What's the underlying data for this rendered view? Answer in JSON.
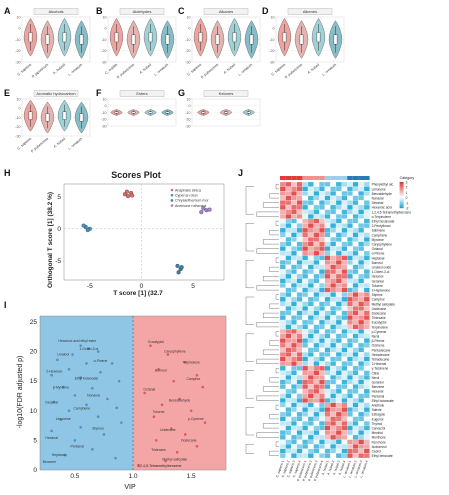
{
  "violin_panels": [
    {
      "label": "A",
      "title": "Alcohols",
      "categories": [
        "C. sapiens",
        "P. japonicum",
        "A. hubeiii",
        "L. ornatum"
      ]
    },
    {
      "label": "B",
      "title": "Aldehydes",
      "categories": [
        "C. nobilis",
        "P. pubescens",
        "A. hubeii",
        "L. ornatum"
      ]
    },
    {
      "label": "C",
      "title": "Alkanes",
      "categories": [
        "C. sapiens",
        "P. pubescens",
        "A. hubeii",
        "L. ornatum"
      ]
    },
    {
      "label": "D",
      "title": "Alkenes",
      "categories": [
        "C. sapiens",
        "P. pubescens",
        "A. hubeii",
        "L. ornatum"
      ]
    },
    {
      "label": "E",
      "title": "Aromatic hydrocarbon",
      "categories": [
        "C. sapiens",
        "P. pubescens",
        "A. hubeii",
        "L. ornatum"
      ]
    },
    {
      "label": "F",
      "title": "Esters",
      "categories": []
    },
    {
      "label": "G",
      "title": "Ketones",
      "categories": []
    }
  ],
  "violin_colors": [
    "#e8847d",
    "#d99b96",
    "#7fc1c9",
    "#5fa7b3"
  ],
  "violin_yticks": [
    "-30",
    "-20",
    "-10",
    "0",
    "10"
  ],
  "chart_data": [
    {
      "label": "H",
      "type": "scatter",
      "title": "Scores Plot",
      "xlabel": "T score [1] (32.7",
      "ylabel": "Orthogonal T score [1] (38.2 %)",
      "xticks": [
        "-5",
        "0",
        "5"
      ],
      "yticks": [
        "5",
        "0",
        "-5"
      ],
      "xlim": [
        -7.5,
        8
      ],
      "ylim": [
        -8,
        7
      ],
      "series": [
        {
          "name": "Anaphalis sinica",
          "color": "#d96a6a",
          "points": [
            [
              -1.6,
              5.4
            ],
            [
              -1.3,
              5.1
            ],
            [
              -1.0,
              5.6
            ],
            [
              -1.4,
              5.8
            ],
            [
              -0.9,
              5.2
            ]
          ]
        },
        {
          "name": "Cyperus rotun",
          "color": "#4a90c2",
          "points": [
            [
              -5.4,
              0.3
            ],
            [
              -5.0,
              0.0
            ],
            [
              -5.6,
              0.5
            ],
            [
              -5.2,
              -0.2
            ]
          ]
        },
        {
          "name": "Chrysanthemum mor",
          "color": "#3a7fa8",
          "points": [
            [
              3.5,
              -5.8
            ],
            [
              3.8,
              -6.3
            ],
            [
              3.6,
              -6.8
            ],
            [
              3.9,
              -6.0
            ]
          ]
        },
        {
          "name": "Anemone ruthenica",
          "color": "#a088c8",
          "points": [
            [
              5.8,
              2.6
            ],
            [
              6.3,
              2.9
            ],
            [
              6.0,
              3.2
            ],
            [
              6.6,
              3.0
            ]
          ]
        }
      ]
    },
    {
      "label": "I",
      "type": "scatter",
      "xlabel": "VIP",
      "ylabel": "-log10(FDR adjusted p)",
      "xticks": [
        "0.5",
        "1.0",
        "1.5"
      ],
      "yticks": [
        "0",
        "5",
        "10",
        "15",
        "20",
        "25"
      ],
      "xlim": [
        0.2,
        1.8
      ],
      "ylim": [
        0,
        26
      ],
      "threshold_x": 1.0,
      "regions": [
        {
          "range": [
            0.2,
            1.0
          ],
          "color": "#8fc6e6"
        },
        {
          "range": [
            1.0,
            1.8
          ],
          "color": "#f4a6a6"
        }
      ],
      "points": [
        [
          0.55,
          21
        ],
        [
          0.62,
          20.5
        ],
        [
          0.48,
          19.5
        ],
        [
          0.7,
          20
        ],
        [
          0.35,
          18.6
        ],
        [
          0.82,
          18
        ],
        [
          0.6,
          18
        ],
        [
          0.45,
          17
        ],
        [
          0.72,
          16.5
        ],
        [
          0.3,
          16
        ],
        [
          0.55,
          15.6
        ],
        [
          0.88,
          15
        ],
        [
          0.4,
          14
        ],
        [
          0.65,
          13.8
        ],
        [
          0.5,
          12.6
        ],
        [
          0.78,
          12
        ],
        [
          0.32,
          11.5
        ],
        [
          0.6,
          11
        ],
        [
          0.86,
          10.5
        ],
        [
          0.45,
          10
        ],
        [
          0.7,
          9
        ],
        [
          0.38,
          8.5
        ],
        [
          0.9,
          8
        ],
        [
          0.55,
          7.2
        ],
        [
          0.3,
          6.6
        ],
        [
          0.75,
          6
        ],
        [
          0.5,
          5
        ],
        [
          0.65,
          3.5
        ],
        [
          0.42,
          2.5
        ],
        [
          0.85,
          2
        ],
        [
          1.15,
          21
        ],
        [
          1.3,
          19.5
        ],
        [
          1.45,
          18.2
        ],
        [
          1.22,
          17
        ],
        [
          1.55,
          16
        ],
        [
          1.35,
          15
        ],
        [
          1.6,
          14
        ],
        [
          1.1,
          13
        ],
        [
          1.4,
          12
        ],
        [
          1.25,
          11
        ],
        [
          1.5,
          10
        ],
        [
          1.18,
          9
        ],
        [
          1.62,
          8
        ],
        [
          1.33,
          7
        ],
        [
          1.45,
          6
        ],
        [
          1.2,
          5
        ],
        [
          1.55,
          4
        ],
        [
          1.38,
          3
        ],
        [
          1.28,
          1.5
        ],
        [
          1.05,
          0.8
        ]
      ],
      "labels": [
        {
          "text": "Hexanoic acid ethyl ester",
          "x": 0.52,
          "y": 21.6
        },
        {
          "text": "1-Octen-3-ol",
          "x": 0.62,
          "y": 20.3
        },
        {
          "text": "Linalool",
          "x": 0.4,
          "y": 19.3
        },
        {
          "text": "α-Pinene",
          "x": 0.72,
          "y": 18.2
        },
        {
          "text": "2-Hexenal",
          "x": 0.32,
          "y": 16.5
        },
        {
          "text": "Ethyl butanoate",
          "x": 0.6,
          "y": 15.3
        },
        {
          "text": "β-Myrcene",
          "x": 0.38,
          "y": 13.8
        },
        {
          "text": "Nonanal",
          "x": 0.66,
          "y": 12.4
        },
        {
          "text": "Decanal",
          "x": 0.3,
          "y": 11.2
        },
        {
          "text": "Camphene",
          "x": 0.56,
          "y": 10.2
        },
        {
          "text": "Limonene",
          "x": 0.4,
          "y": 8.4
        },
        {
          "text": "Styrene",
          "x": 0.7,
          "y": 6.8
        },
        {
          "text": "Hexanal",
          "x": 0.3,
          "y": 5.2
        },
        {
          "text": "Pentanal",
          "x": 0.52,
          "y": 3.8
        },
        {
          "text": "Heptanal",
          "x": 0.36,
          "y": 2.4
        },
        {
          "text": "Benzene",
          "x": 0.28,
          "y": 1.2
        },
        {
          "text": "Eucalyptol",
          "x": 1.2,
          "y": 21.4
        },
        {
          "text": "Caryophyllene",
          "x": 1.36,
          "y": 19.8
        },
        {
          "text": "Terpinolene",
          "x": 1.5,
          "y": 18.0
        },
        {
          "text": "Borneol",
          "x": 1.24,
          "y": 16.6
        },
        {
          "text": "Camphor",
          "x": 1.52,
          "y": 15.2
        },
        {
          "text": "Octanal",
          "x": 1.14,
          "y": 13.4
        },
        {
          "text": "Benzaldehyde",
          "x": 1.4,
          "y": 11.6
        },
        {
          "text": "Toluene",
          "x": 1.22,
          "y": 9.6
        },
        {
          "text": "p-Cymene",
          "x": 1.54,
          "y": 8.4
        },
        {
          "text": "Undecane",
          "x": 1.3,
          "y": 6.6
        },
        {
          "text": "Dodecane",
          "x": 1.48,
          "y": 4.8
        },
        {
          "text": "Tridecane",
          "x": 1.22,
          "y": 3.2
        },
        {
          "text": "Methyl salicylate",
          "x": 1.36,
          "y": 1.6
        }
      ],
      "annotation": "1,2,4,5-Tetramethylbenzene"
    },
    {
      "label": "J",
      "type": "heatmap",
      "legend_title": "Category",
      "legend_ticks": [
        "3",
        "2",
        "1",
        "0",
        "-1",
        "-2"
      ],
      "colormap": [
        "#1aa7d6",
        "#ffffff",
        "#e03a3a"
      ],
      "row_names": [
        "Phenylethyl alc.",
        "Limonene",
        "Benzaldehyde",
        "Nonanal",
        "Decanal",
        "Hexanoic acid",
        "1,2,4,5-Tetramethylbenzene",
        "α-Terpinolene",
        "Ethyl hexanoate",
        "2-Pentylfuran",
        "Sabinene",
        "Camphene",
        "Myrcene",
        "Caryophyllene",
        "Octanal",
        "α-Pinene",
        "Heptanal",
        "Borneol",
        "Linalool oxide",
        "1-Octen-3-ol",
        "Hexanol",
        "Geranial",
        "Toluene",
        "2-Heptanone",
        "Styrene",
        "Camphor",
        "Methyl salicylate",
        "Undecane",
        "Dodecane",
        "Tridecane",
        "Eucalyptol",
        "Terpinolene",
        "p-Cymene",
        "Neral",
        "β-Pinene",
        "Ocimene",
        "Pentadecane",
        "Hexadecane",
        "Tetradecane",
        "2-Hexenal",
        "γ-Terpinene",
        "Citral",
        "Nerol",
        "Geraniol",
        "Benzene",
        "Hexanal",
        "Pentanal",
        "Ethyl butanoate",
        "Anethole",
        "Safrole",
        "Estragole",
        "Eugenol",
        "Thymol",
        "Carvacrol",
        "Menthol",
        "Menthone",
        "Fenchone",
        "Isoborneol",
        "Cedrol",
        "Ethyl benzoate"
      ],
      "col_names": [
        "C. sapiens 1",
        "C. sapiens 2",
        "C. sapiens 3",
        "C. sapiens 4",
        "P. pubescens 1",
        "P. pubescens 2",
        "P. pubescens 3",
        "P. pubescens 4",
        "A. hubeii 1",
        "A. hubeii 2",
        "A. hubeii 3",
        "A. hubeii 4",
        "L. ornatum 1",
        "L. ornatum 2",
        "L. ornatum 3",
        "L. ornatum 4"
      ],
      "category_bar": [
        "#e03a3a",
        "#e03a3a",
        "#e03a3a",
        "#e03a3a",
        "#f09090",
        "#f09090",
        "#f09090",
        "#f09090",
        "#9ad0e8",
        "#9ad0e8",
        "#9ad0e8",
        "#9ad0e8",
        "#2a7ab8",
        "#2a7ab8",
        "#2a7ab8",
        "#2a7ab8"
      ]
    }
  ]
}
